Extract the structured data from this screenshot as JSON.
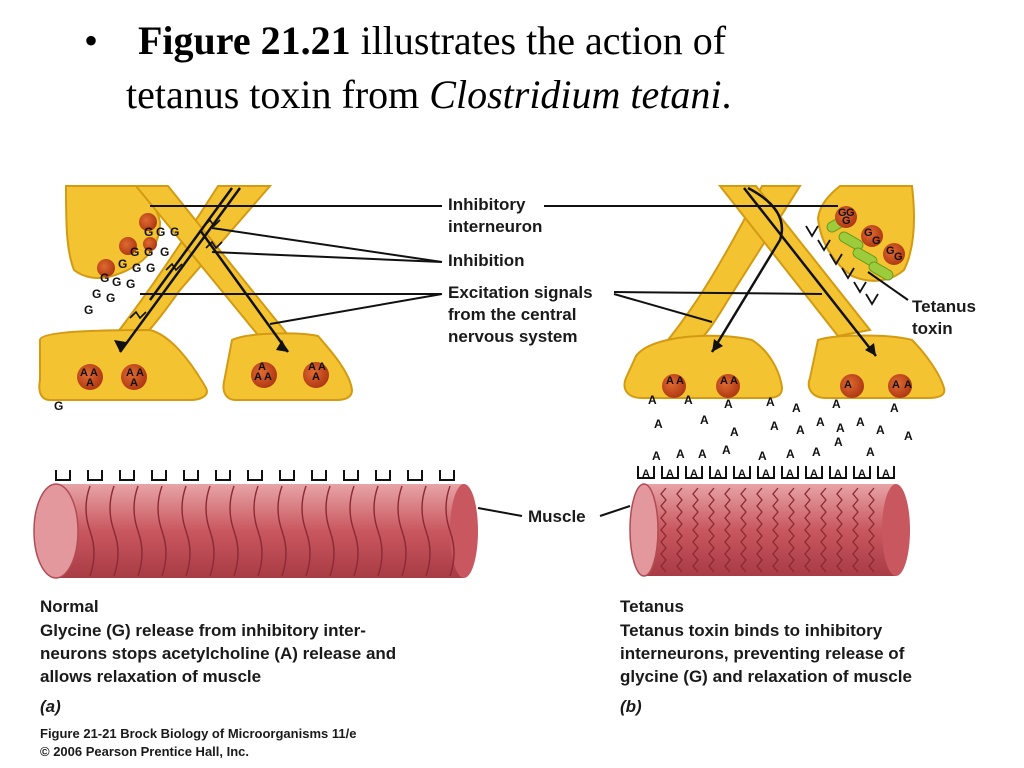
{
  "title": {
    "bullet": "•",
    "bold": "Figure 21.21",
    "text1": " illustrates the action of",
    "text2": "tetanus toxin from ",
    "italic": "Clostridium tetani",
    "period": "."
  },
  "labels": {
    "inhibitory_1": "Inhibitory",
    "inhibitory_2": "interneuron",
    "inhibition": "Inhibition",
    "excitation_1": "Excitation signals",
    "excitation_2": "from the central",
    "excitation_3": "nervous system",
    "tetanus_toxin_1": "Tetanus",
    "tetanus_toxin_2": "toxin",
    "muscle": "Muscle"
  },
  "glyph_letters": {
    "glycine": "G",
    "acetylcholine": "A"
  },
  "panel_a": {
    "title": "Normal",
    "line1": "Glycine (G) release from inhibitory inter-",
    "line2": "neurons stops acetylcholine (A) release and",
    "line3": "allows relaxation of muscle",
    "letter": "(a)"
  },
  "panel_b": {
    "title": "Tetanus",
    "line1": "Tetanus toxin binds to inhibitory",
    "line2": "interneurons, preventing release of",
    "line3": "glycine (G) and relaxation of muscle",
    "letter": "(b)"
  },
  "credit": {
    "line1": "Figure 21-21  Brock Biology of Microorganisms 11/e",
    "line2": "© 2006 Pearson Prentice Hall, Inc."
  },
  "colors": {
    "neuron": "#f3c332",
    "neuron_edge": "#d39a12",
    "vesicle": "#c8461b",
    "muscle": "#c9575f",
    "toxin": "#9ccc3c"
  }
}
